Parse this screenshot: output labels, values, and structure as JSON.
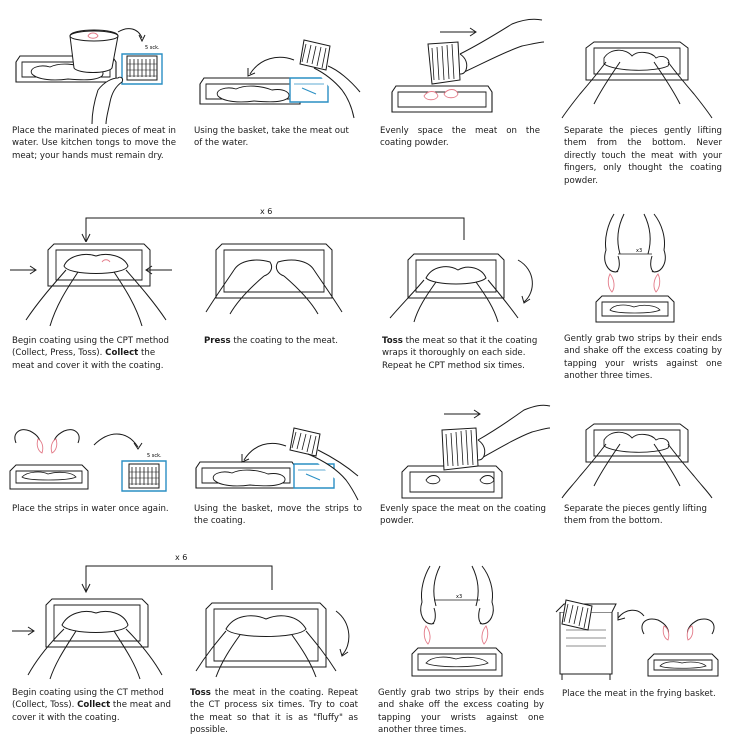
{
  "loops": [
    {
      "label": "x 6"
    },
    {
      "label": "x 6"
    }
  ],
  "badges": {
    "timer_1": "5 sck.",
    "timer_2": "5 sck.",
    "times_1": "x3",
    "times_2": "x3"
  },
  "steps": [
    {
      "text": "Place the marinated pieces of meat in water. Use kitchen tongs to move the meat; your hands must remain dry."
    },
    {
      "text": "Using the basket, take the meat out of the water."
    },
    {
      "text": "Evenly space the meat on the coating powder."
    },
    {
      "text": "Separate the pieces gently lifting them from the bottom. Never directly touch the meat with your fingers, only thought the coating powder."
    },
    {
      "bold": "",
      "text": "Begin coating using the CPT method (Collect, Press, Toss). ",
      "bold2": "Collect",
      "text2": " the meat and cover it with the coating."
    },
    {
      "bold": "Press",
      "text": " the coating to the meat."
    },
    {
      "bold": "Toss",
      "text": " the meat so that it the coating wraps it thoroughly on each side. Repeat he CPT method six times."
    },
    {
      "text": "Gently grab two strips by their ends and shake off the excess coating by tapping your wrists against one another three times."
    },
    {
      "text": "Place the strips in water once again."
    },
    {
      "text": "Using the basket, move the strips to the coating."
    },
    {
      "text": "Evenly space the meat on the coating powder."
    },
    {
      "text": "Separate the pieces gently lifting them from the bottom."
    },
    {
      "bold": "",
      "text": "Begin coating using the CT method (Collect, Toss). ",
      "bold2": "Collect",
      "text2": " the meat and cover it with the coating."
    },
    {
      "bold": "Toss",
      "text": " the meat in the coating. Repeat the CT process six times. Try to coat the meat so that it is as \"fluffy\" as possible."
    },
    {
      "text": "Gently grab two strips by their ends and shake off the excess coating by tapping your wrists against one another three times."
    },
    {
      "text": "Place the meat in the frying basket."
    }
  ],
  "colors": {
    "line": "#1a1a1a",
    "water": "#2a8fc4",
    "meat": "#e37a88"
  }
}
